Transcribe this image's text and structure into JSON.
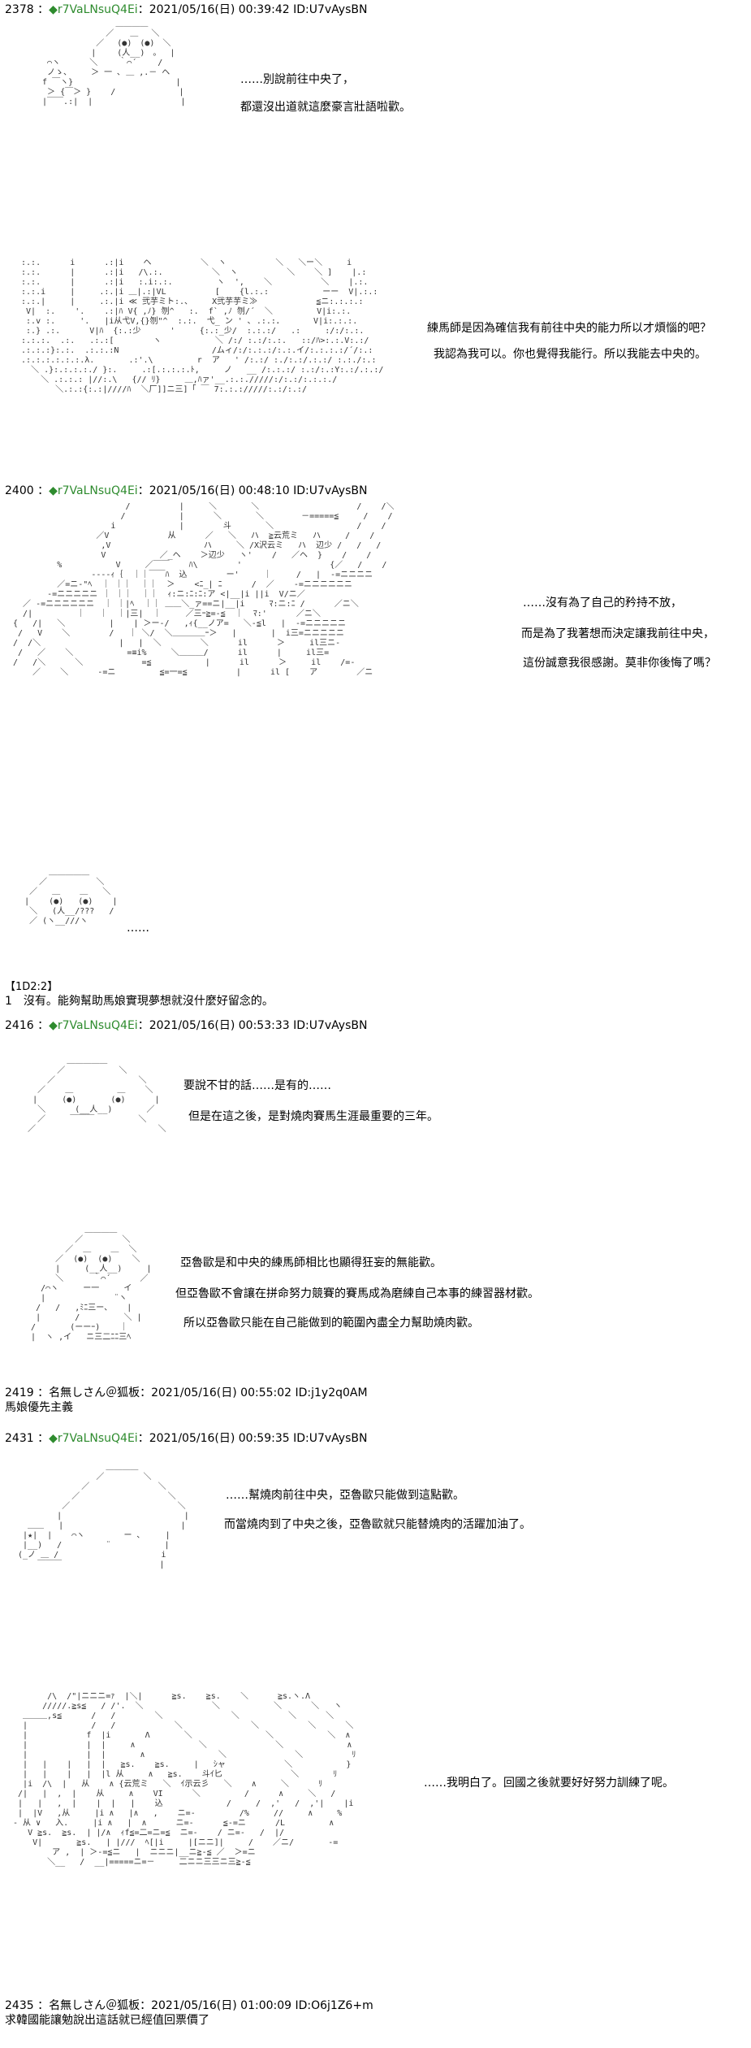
{
  "colors": {
    "name": "#2e8b2e",
    "aa": "#333333",
    "text": "#000000"
  },
  "posts": [
    {
      "num": "2378",
      "name": "◆r7VaLNsuQ4Ei",
      "meta": "2021/05/16(日) 00:39:42 ID:U7vAysBN",
      "lines": [
        "……別說前往中央了，",
        "都還沒出道就這麼豪言壯語啦歡。"
      ]
    },
    {
      "lines": [
        "練馬師是因為確信我有前往中央的能力所以才煩惱的吧？",
        "我認為我可以。你也覺得我能行。所以我能去中央的。"
      ]
    },
    {
      "num": "2400",
      "name": "◆r7VaLNsuQ4Ei",
      "meta": "2021/05/16(日) 00:48:10 ID:U7vAysBN",
      "lines": [
        "……沒有為了自己的矜持不放，",
        "而是為了我著想而決定讓我前往中央，",
        "這份誠意我很感謝。莫非你後悔了嗎？"
      ]
    },
    {
      "lines": [
        "……"
      ]
    },
    {
      "label": "【1D2:2】",
      "result": "1　沒有。能夠幫助馬娘實現夢想就沒什麼好留念的。"
    },
    {
      "num": "2416",
      "name": "◆r7VaLNsuQ4Ei",
      "meta": "2021/05/16(日) 00:53:33 ID:U7vAysBN",
      "lines": [
        "要說不甘的話……是有的……",
        "但是在這之後，是對燒肉賽馬生涯最重要的三年。"
      ]
    },
    {
      "lines": [
        "亞魯歐是和中央的練馬師相比也顯得狂妄的無能歡。",
        "但亞魯歐不會讓在拼命努力競賽的賽馬成為磨練自己本事的練習器材歡。",
        "所以亞魯歐只能在自己能做到的範圍內盡全力幫助燒肉歡。"
      ]
    },
    {
      "num": "2419",
      "name": "名無しさん＠狐板",
      "meta": "2021/05/16(日) 00:55:02 ID:j1y2q0AM",
      "body": "馬娘優先主義"
    },
    {
      "num": "2431",
      "name": "◆r7VaLNsuQ4Ei",
      "meta": "2021/05/16(日) 00:59:35 ID:U7vAysBN",
      "lines": [
        "……幫燒肉前往中央，亞魯歐只能做到這點歡。",
        "而當燒肉到了中央之後，亞魯歐就只能替燒肉的活躍加油了。"
      ]
    },
    {
      "lines": [
        "……我明白了。回國之後就要好好努力訓練了呢。"
      ]
    },
    {
      "num": "2435",
      "name": "名無しさん＠狐板",
      "meta": "2021/05/16(日) 01:00:09 ID:O6j1Z6+m",
      "body": "求韓國能讓勉說出這話就已經值回票價了"
    }
  ],
  "star": "★"
}
